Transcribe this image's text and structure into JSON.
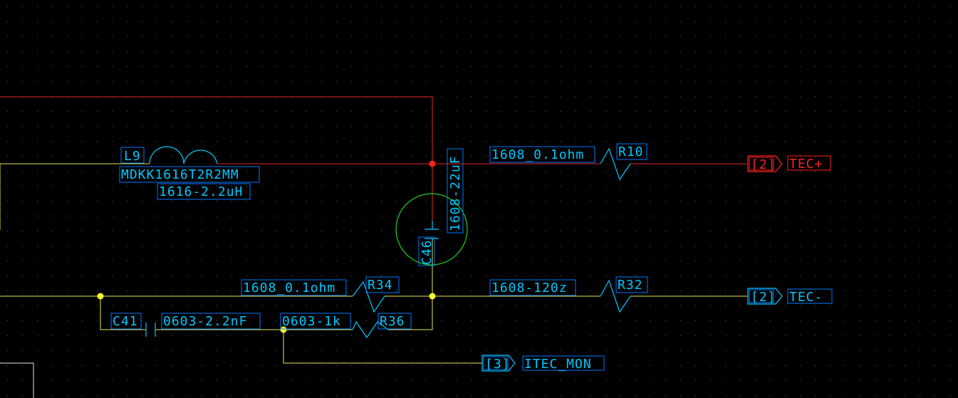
{
  "colors": {
    "background": "#000000",
    "grid_dot": "#606060",
    "power_net": "#e8252c",
    "signal_net": "#e6e650",
    "component": "#00c8ff",
    "label_box": "#0078ff",
    "circle_highlight": "#20d020"
  },
  "components": {
    "l9": {
      "ref": "L9",
      "part": "MDKK1616T2R2MM",
      "value": "1616-2.2uH"
    },
    "c46": {
      "ref": "C46",
      "value": "1608-22uF"
    },
    "r10": {
      "ref": "R10",
      "value": "1608_0.1ohm"
    },
    "r34": {
      "ref": "R34",
      "value": "1608_0.1ohm"
    },
    "r32": {
      "ref": "R32",
      "value": "1608-120z"
    },
    "c41": {
      "ref": "C41",
      "value": "0603-2.2nF"
    },
    "r36": {
      "ref": "R36",
      "value": "0603-1k"
    }
  },
  "ports": {
    "tec_plus": {
      "sheet": "[2]",
      "name": "TEC+"
    },
    "tec_minus": {
      "sheet": "[2]",
      "name": "TEC-"
    },
    "itec_mon": {
      "sheet": "[3]",
      "name": "ITEC_MON"
    }
  }
}
